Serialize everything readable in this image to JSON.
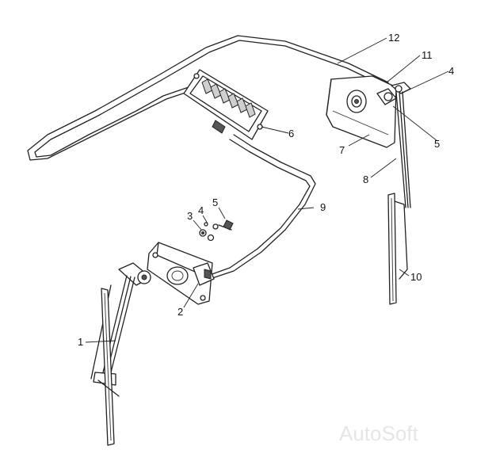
{
  "callouts": {
    "c1": "1",
    "c2": "2",
    "c3": "3",
    "c4a": "4",
    "c4b": "4",
    "c5a": "5",
    "c5b": "5",
    "c6": "6",
    "c7": "7",
    "c8": "8",
    "c9": "9",
    "c10": "10",
    "c11": "11",
    "c12": "12"
  },
  "watermark": "AutoSoft"
}
